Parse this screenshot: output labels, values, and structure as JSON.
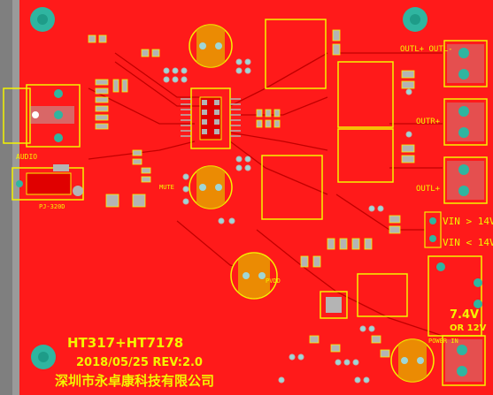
{
  "colors": {
    "background": "#7f7f7f",
    "copper": "#ff1a1a",
    "copper_dark": "#e00000",
    "silkscreen": "#f4f400",
    "pad": "#b4b4b4",
    "via": "#9fd6d6",
    "mount_hole": "#2fb5a0",
    "trace": "#c10000"
  },
  "title": {
    "chips": "HT317+HT7178",
    "date_rev": "2018/05/25 REV:2.0",
    "company": "深圳市永卓康科技有限公司"
  },
  "outputs": {
    "top": "OUTL+  OUTL-",
    "middle_left": "OUTR+",
    "bottom": "OUTL+",
    "power_label": "POWER IN"
  },
  "vin": {
    "high": "VIN > 14V",
    "low": "VIN < 14V"
  },
  "power": {
    "volt_7v4": "7.4V",
    "volt_12v": "OR 12V"
  },
  "labels": {
    "audio": "AUDIO",
    "pj": "PJ-320D",
    "mute": "MUTE",
    "pvdd": "PVDD"
  },
  "icons": {
    "mount_hole": "mount-hole-icon",
    "terminal": "screw-terminal-icon",
    "capacitor": "electrolytic-capacitor-icon",
    "connector": "audio-jack-icon"
  }
}
